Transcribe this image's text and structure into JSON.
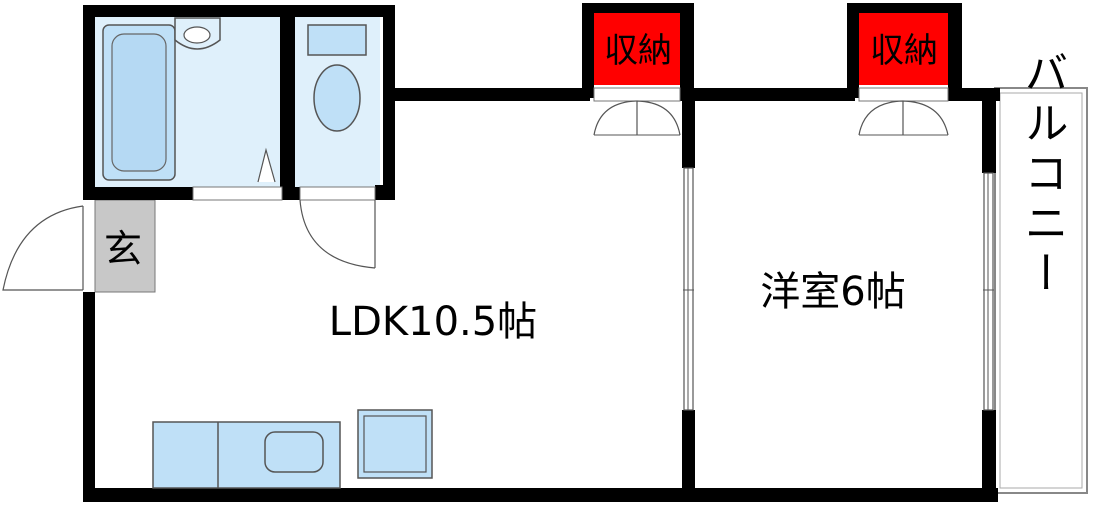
{
  "rooms": {
    "ldk": "LDK10.5帖",
    "western": "洋室6帖",
    "entrance": "玄",
    "storage_left": "収納",
    "storage_right": "収納",
    "balcony": "バルコニー"
  },
  "colors": {
    "wall": "#000000",
    "storage": "#ff0000",
    "fixture": "#bfe0f7",
    "bath_area": "#dff0fb",
    "entrance": "#c8c8c8",
    "balcony_frame": "#888888"
  }
}
